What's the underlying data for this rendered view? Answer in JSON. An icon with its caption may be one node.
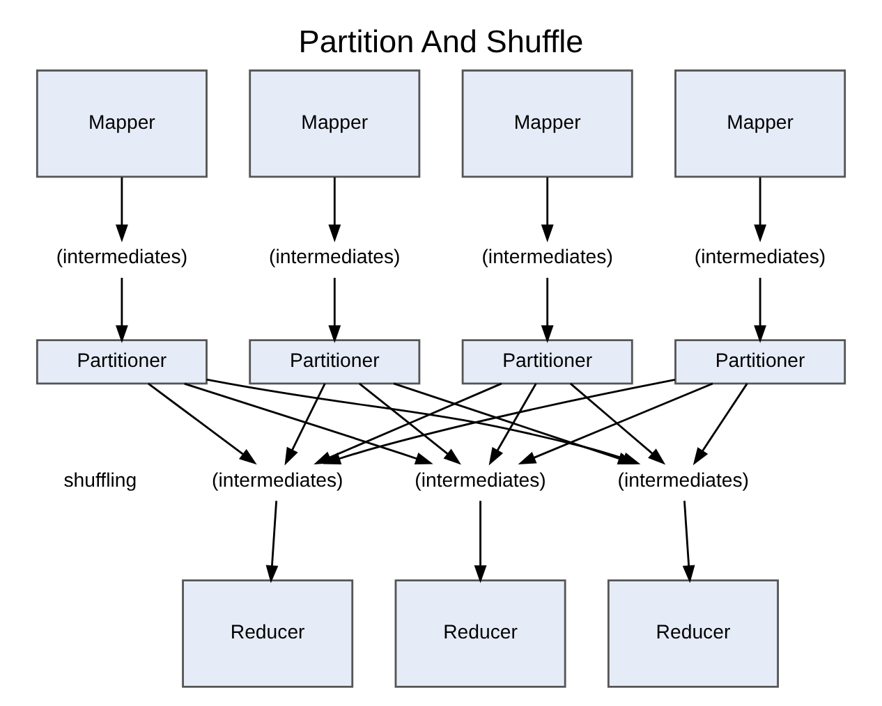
{
  "diagram": {
    "title": "Partition And Shuffle",
    "nodes": [
      {
        "text": [
          "Mapper"
        ]
      },
      {
        "text": [
          "Mapper"
        ]
      },
      {
        "text": [
          "Mapper"
        ]
      },
      {
        "text": [
          "Mapper"
        ]
      },
      {
        "text": [
          "(intermediates)"
        ]
      },
      {
        "text": [
          "(intermediates)"
        ]
      },
      {
        "text": [
          "(intermediates)"
        ]
      },
      {
        "text": [
          "(intermediates)"
        ]
      },
      {
        "text": [
          "Partitioner"
        ]
      },
      {
        "text": [
          "Partitioner"
        ]
      },
      {
        "text": [
          "Partitioner"
        ]
      },
      {
        "text": [
          "Partitioner"
        ]
      },
      {
        "text": [
          "(intermediates)"
        ]
      },
      {
        "text": [
          "(intermediates)"
        ]
      },
      {
        "text": [
          "(intermediates)"
        ]
      },
      {
        "text": [
          "Reducer"
        ]
      },
      {
        "text": [
          "Reducer"
        ]
      },
      {
        "text": [
          "Reducer"
        ]
      }
    ],
    "edges": [
      {
        "from": 0,
        "to": 4,
        "arrow": "to"
      },
      {
        "from": 1,
        "to": 5,
        "arrow": "to"
      },
      {
        "from": 2,
        "to": 6,
        "arrow": "to"
      },
      {
        "from": 3,
        "to": 7,
        "arrow": "to"
      },
      {
        "from": 4,
        "to": 8,
        "arrow": "to"
      },
      {
        "from": 5,
        "to": 9,
        "arrow": "to"
      },
      {
        "from": 6,
        "to": 10,
        "arrow": "to"
      },
      {
        "from": 7,
        "to": 11,
        "arrow": "to"
      },
      {
        "from": 8,
        "to": 12,
        "arrow": "to"
      },
      {
        "from": 8,
        "to": 13,
        "arrow": "to"
      },
      {
        "from": 8,
        "to": 14,
        "arrow": "to"
      },
      {
        "from": 9,
        "to": 12,
        "arrow": "to"
      },
      {
        "from": 9,
        "to": 13,
        "arrow": "to"
      },
      {
        "from": 9,
        "to": 14,
        "arrow": "to"
      },
      {
        "from": 10,
        "to": 12,
        "arrow": "to"
      },
      {
        "from": 10,
        "to": 13,
        "arrow": "to"
      },
      {
        "from": 10,
        "to": 14,
        "arrow": "to"
      },
      {
        "from": 11,
        "to": 12,
        "arrow": "to"
      },
      {
        "from": 11,
        "to": 13,
        "arrow": "to"
      },
      {
        "from": 11,
        "to": 14,
        "arrow": "to"
      },
      {
        "from": 12,
        "to": 15,
        "arrow": "to"
      },
      {
        "from": 13,
        "to": 16,
        "arrow": "to"
      },
      {
        "from": 14,
        "to": 17,
        "arrow": "to"
      }
    ],
    "labels": [
      "shuffling"
    ]
  }
}
